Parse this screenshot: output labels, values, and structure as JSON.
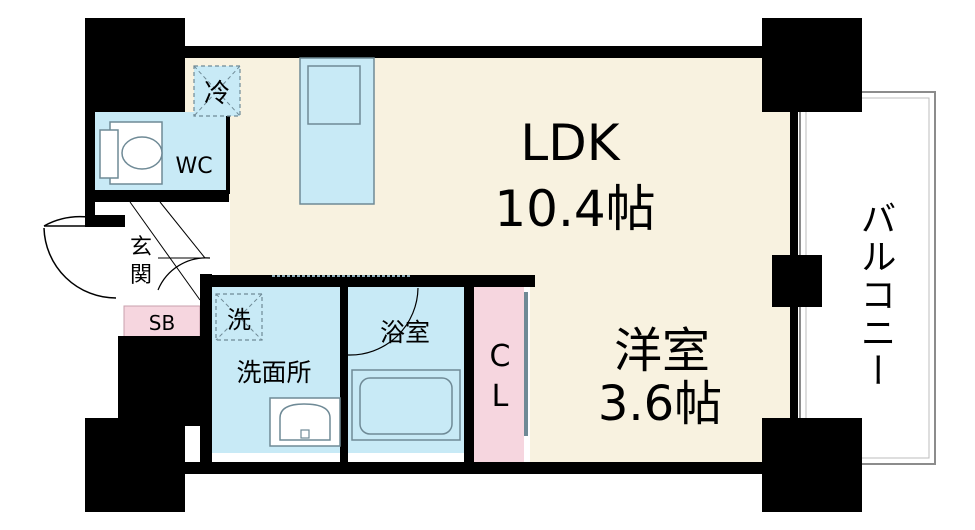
{
  "rooms": {
    "ldk": {
      "name": "LDK",
      "size": "10.4帖"
    },
    "western": {
      "name": "洋室",
      "size": "3.6帖"
    },
    "wc": "WC",
    "entrance": [
      "玄",
      "関"
    ],
    "shoe_box": "SB",
    "washroom": "洗面所",
    "bath": "浴室",
    "closet": [
      "C",
      "L"
    ],
    "balcony": "バルコニー"
  },
  "fixtures": {
    "fridge": "冷",
    "washer": "洗"
  },
  "colors": {
    "floor": "#f8f2e0",
    "wet_area": "#c8eaf6",
    "closet": "#f6d6df",
    "wall": "#000000",
    "fixture_stroke": "#6f8a96"
  }
}
